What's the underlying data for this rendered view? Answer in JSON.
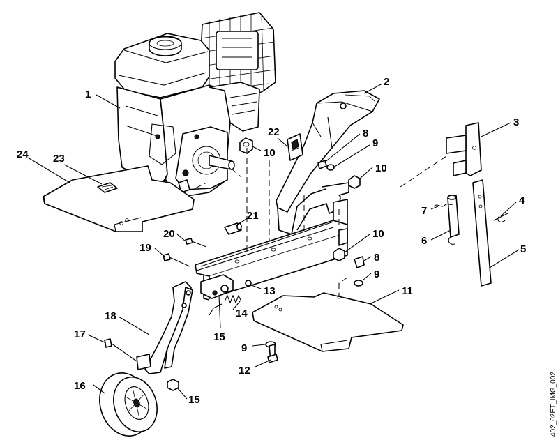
{
  "diagram": {
    "reference_code": "402_02ET_IMG_002",
    "callouts": [
      {
        "id": "c1",
        "text": "1"
      },
      {
        "id": "c2",
        "text": "2"
      },
      {
        "id": "c3",
        "text": "3"
      },
      {
        "id": "c4",
        "text": "4"
      },
      {
        "id": "c5",
        "text": "5"
      },
      {
        "id": "c6",
        "text": "6"
      },
      {
        "id": "c7",
        "text": "7"
      },
      {
        "id": "c8a",
        "text": "8"
      },
      {
        "id": "c8b",
        "text": "8"
      },
      {
        "id": "c9a",
        "text": "9"
      },
      {
        "id": "c9b",
        "text": "9"
      },
      {
        "id": "c9c",
        "text": "9"
      },
      {
        "id": "c10a",
        "text": "10"
      },
      {
        "id": "c10b",
        "text": "10"
      },
      {
        "id": "c10c",
        "text": "10"
      },
      {
        "id": "c11",
        "text": "11"
      },
      {
        "id": "c12",
        "text": "12"
      },
      {
        "id": "c13",
        "text": "13"
      },
      {
        "id": "c14",
        "text": "14"
      },
      {
        "id": "c15a",
        "text": "15"
      },
      {
        "id": "c15b",
        "text": "15"
      },
      {
        "id": "c16",
        "text": "16"
      },
      {
        "id": "c17",
        "text": "17"
      },
      {
        "id": "c18",
        "text": "18"
      },
      {
        "id": "c19",
        "text": "19"
      },
      {
        "id": "c20",
        "text": "20"
      },
      {
        "id": "c21",
        "text": "21"
      },
      {
        "id": "c22",
        "text": "22"
      },
      {
        "id": "c23",
        "text": "23"
      },
      {
        "id": "c24",
        "text": "24"
      }
    ]
  }
}
